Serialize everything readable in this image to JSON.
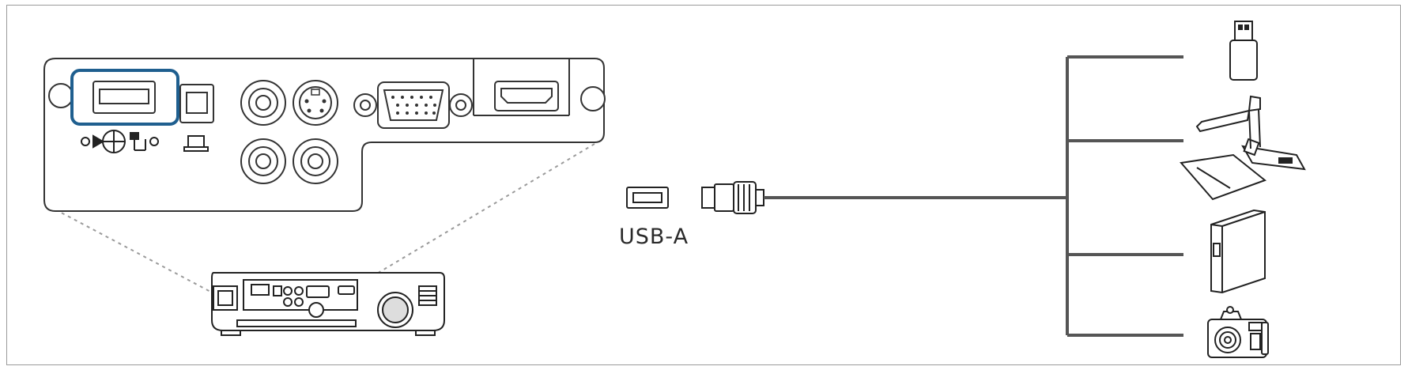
{
  "figure": {
    "connector_label": "USB-A",
    "highlight_color": "#1f5f8f",
    "cable_color": "#555555",
    "zoom_line_color": "#9a9a9a"
  },
  "ports": [
    {
      "name": "usb-a-port",
      "highlighted": true
    },
    {
      "name": "usb-b-port",
      "highlighted": false
    },
    {
      "name": "audio-l-port",
      "highlighted": false
    },
    {
      "name": "audio-r-port",
      "highlighted": false
    },
    {
      "name": "s-video-port",
      "highlighted": false
    },
    {
      "name": "video-port",
      "highlighted": false
    },
    {
      "name": "vga-port",
      "highlighted": false
    },
    {
      "name": "hdmi-port",
      "highlighted": false
    }
  ],
  "devices": [
    {
      "name": "usb-flash-drive-icon"
    },
    {
      "name": "document-camera-icon"
    },
    {
      "name": "external-hard-drive-icon"
    },
    {
      "name": "digital-camera-icon"
    }
  ]
}
